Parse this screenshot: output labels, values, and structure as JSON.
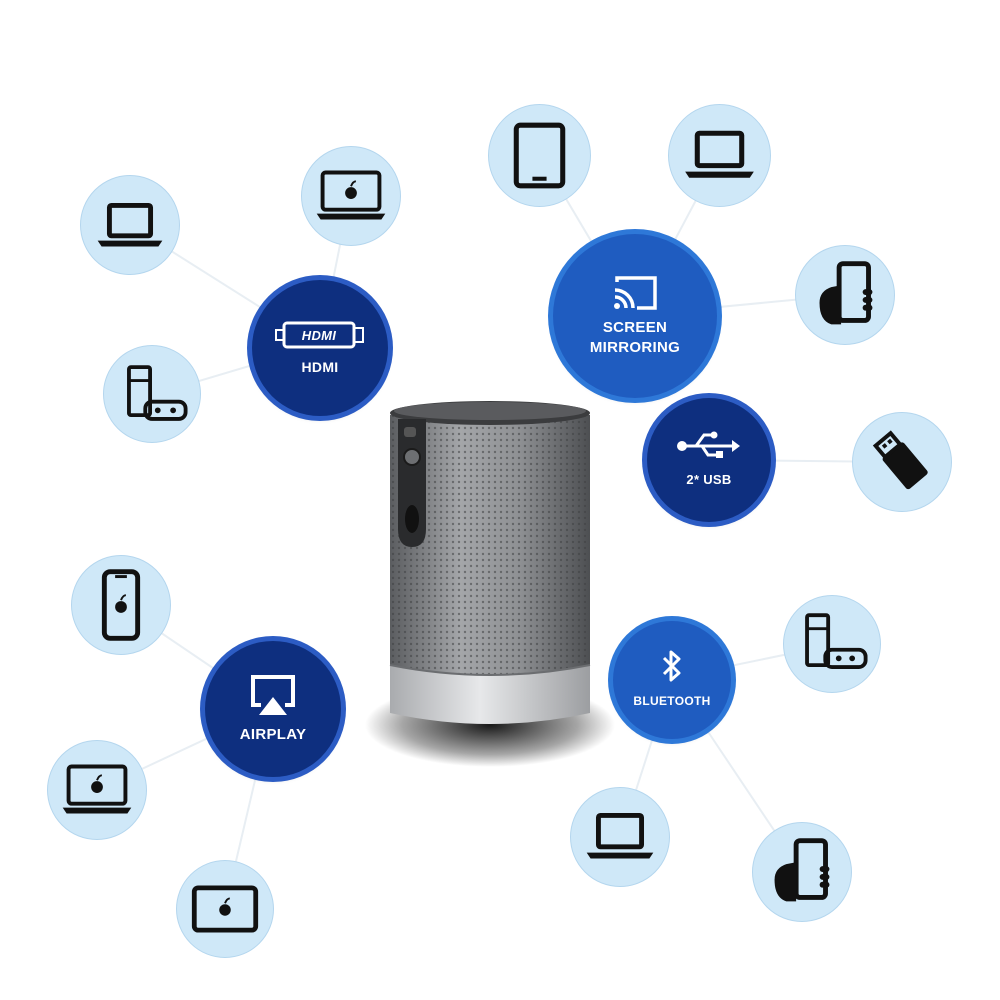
{
  "hubs": {
    "hdmi": {
      "label": "HDMI",
      "icon": "hdmi-icon",
      "icon_text": "HDMI"
    },
    "screen_mirroring": {
      "label_line1": "SCREEN",
      "label_line2": "MIRRORING",
      "icon": "cast-icon"
    },
    "usb": {
      "label": "2* USB",
      "icon": "usb-icon"
    },
    "airplay": {
      "label": "AIRPLAY",
      "icon": "airplay-icon"
    },
    "bluetooth": {
      "label": "BLUETOOTH",
      "icon": "bluetooth-icon"
    }
  },
  "devices": [
    {
      "name": "laptop",
      "icon": "laptop-icon"
    },
    {
      "name": "macbook",
      "icon": "apple-laptop-icon"
    },
    {
      "name": "game-console",
      "icon": "game-console-icon"
    },
    {
      "name": "tablet",
      "icon": "tablet-icon"
    },
    {
      "name": "laptop",
      "icon": "laptop-icon"
    },
    {
      "name": "smartphone",
      "icon": "phone-in-hand-icon"
    },
    {
      "name": "usb-drive",
      "icon": "usb-drive-icon"
    },
    {
      "name": "iphone",
      "icon": "iphone-icon"
    },
    {
      "name": "game-console",
      "icon": "game-console-icon"
    },
    {
      "name": "macbook",
      "icon": "apple-laptop-icon"
    },
    {
      "name": "ipad",
      "icon": "ipad-icon"
    },
    {
      "name": "laptop",
      "icon": "laptop-icon"
    },
    {
      "name": "smartphone",
      "icon": "phone-in-hand-icon"
    }
  ],
  "colors": {
    "hub_dark": "#0e2f7f",
    "hub_mid": "#1f5cc0",
    "device_bg": "#cfe8f8",
    "icon_stroke": "#111111"
  }
}
